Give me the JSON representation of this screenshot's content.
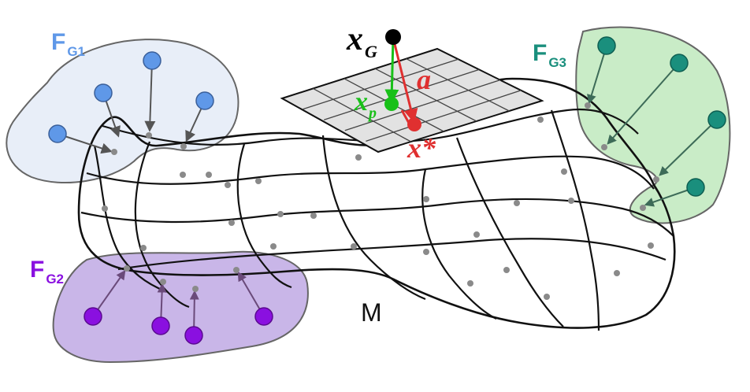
{
  "colors": {
    "g1_fill": "#e8eef8",
    "g1_node": "#5f98e8",
    "g2_fill": "#c9b6e8",
    "g2_node": "#8a10e0",
    "g3_fill": "#c9ecc7",
    "g3_node": "#1a8f7d",
    "point": "#8a8a8a",
    "arrow_gray": "#555555",
    "x_g": "#000000",
    "x_p": "#18c018",
    "x_star": "#e03030",
    "plane_fill": "#e2e2e2"
  },
  "labels": {
    "fg1_main": "F",
    "fg1_sub": "G1",
    "fg2_main": "F",
    "fg2_sub": "G2",
    "fg3_main": "F",
    "fg3_sub": "G3",
    "xg_main": "x",
    "xg_sub": "G",
    "xp_main": "x",
    "xp_sub": "p",
    "a_label": "a",
    "xstar_label": "x*",
    "manifold": "M"
  }
}
